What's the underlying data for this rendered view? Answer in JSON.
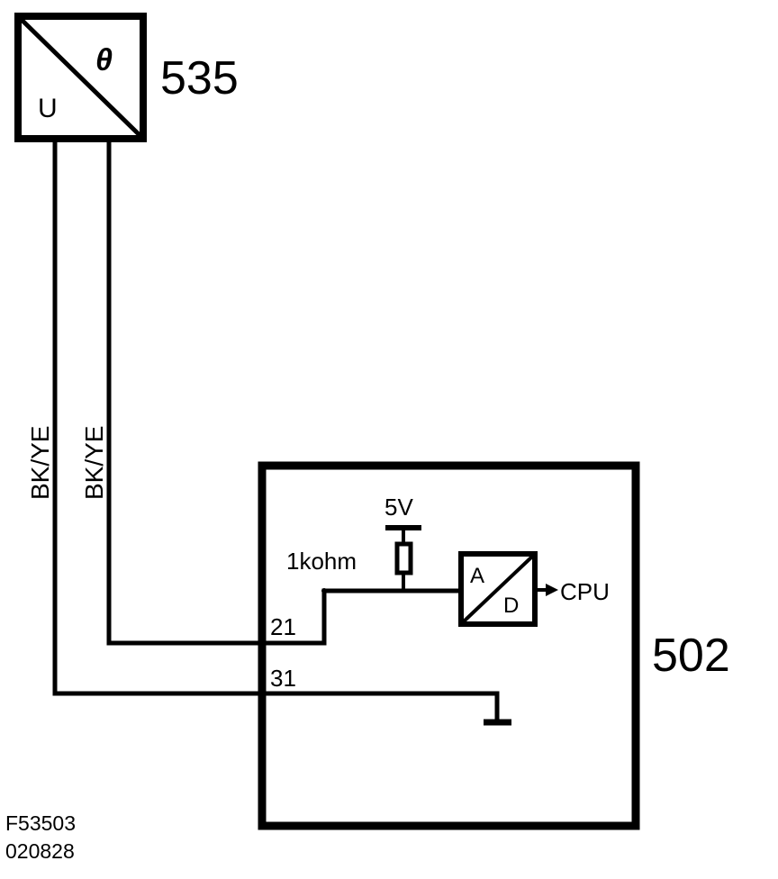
{
  "sensor": {
    "id": "535",
    "input_symbol": "θ",
    "output_symbol": "U"
  },
  "module": {
    "id": "502"
  },
  "wires": [
    {
      "label": "BK/YE",
      "pin": "31"
    },
    {
      "label": "BK/YE",
      "pin": "21"
    }
  ],
  "circuit": {
    "supply_label": "5V",
    "resistor_label": "1kohm",
    "adc_input_label": "A",
    "adc_output_label": "D",
    "output_label": "CPU"
  },
  "footer": {
    "figure_code": "F53503",
    "date_code": "020828"
  },
  "colors": {
    "line": "#000000",
    "background": "#ffffff"
  }
}
